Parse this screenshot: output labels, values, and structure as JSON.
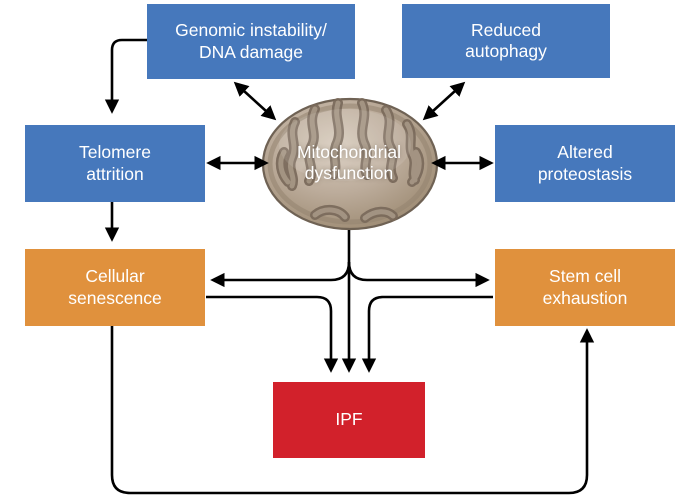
{
  "palette": {
    "box_blue": "#4678bc",
    "box_orange": "#e0913d",
    "box_red": "#d2212b",
    "line_black": "#000000",
    "label_text": "#ffffff",
    "mito_body": "#b2a294",
    "mito_outline": "#6f6254",
    "mito_cristae_dark": "#79695a",
    "mito_cristae_light": "#a59684"
  },
  "nodes": {
    "genomic_instability": {
      "label": "Genomic instability/\nDNA damage",
      "color": "#4678bc"
    },
    "reduced_autophagy": {
      "label": "Reduced\nautophagy",
      "color": "#4678bc"
    },
    "telomere_attrition": {
      "label": "Telomere\nattrition",
      "color": "#4678bc"
    },
    "altered_proteostasis": {
      "label": "Altered\nproteostasis",
      "color": "#4678bc"
    },
    "mitochondrial_dysfunction": {
      "label": "Mitochondrial\ndysfunction",
      "color": "#b2a294"
    },
    "cellular_senescence": {
      "label": "Cellular\nsenescence",
      "color": "#e0913d"
    },
    "stem_cell_exhaustion": {
      "label": "Stem cell\nexhaustion",
      "color": "#e0913d"
    },
    "ipf": {
      "label": "IPF",
      "color": "#d2212b"
    }
  },
  "edges": [
    {
      "from": "genomic_instability",
      "to": "telomere_attrition",
      "style": "one-way"
    },
    {
      "from": "genomic_instability",
      "to": "mitochondrial_dysfunction",
      "style": "two-way"
    },
    {
      "from": "reduced_autophagy",
      "to": "mitochondrial_dysfunction",
      "style": "two-way"
    },
    {
      "from": "telomere_attrition",
      "to": "mitochondrial_dysfunction",
      "style": "two-way"
    },
    {
      "from": "altered_proteostasis",
      "to": "mitochondrial_dysfunction",
      "style": "two-way"
    },
    {
      "from": "telomere_attrition",
      "to": "cellular_senescence",
      "style": "one-way"
    },
    {
      "from": "mitochondrial_dysfunction",
      "to": "cellular_senescence",
      "style": "one-way"
    },
    {
      "from": "mitochondrial_dysfunction",
      "to": "stem_cell_exhaustion",
      "style": "one-way"
    },
    {
      "from": "mitochondrial_dysfunction",
      "to": "ipf",
      "style": "one-way"
    },
    {
      "from": "cellular_senescence",
      "to": "ipf",
      "style": "one-way"
    },
    {
      "from": "stem_cell_exhaustion",
      "to": "ipf",
      "style": "one-way"
    },
    {
      "from": "cellular_senescence",
      "to": "stem_cell_exhaustion",
      "style": "one-way"
    }
  ]
}
